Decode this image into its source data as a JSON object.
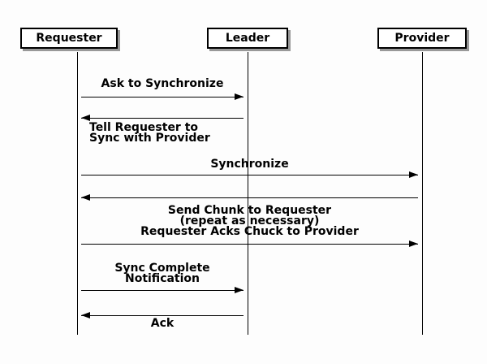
{
  "colors": {
    "background": "#fdfdfd",
    "line": "#000000",
    "box_fill": "#ffffff",
    "box_shadow": "#999999"
  },
  "participants": [
    {
      "label": "Requester"
    },
    {
      "label": "Leader"
    },
    {
      "label": "Provider"
    }
  ],
  "messages": [
    {
      "label": "Ask to Synchronize",
      "from": "Requester",
      "to": "Leader",
      "direction": "right"
    },
    {
      "label": "Tell Requester to\nSync with Provider",
      "from": "Leader",
      "to": "Requester",
      "direction": "left"
    },
    {
      "label": "Synchronize",
      "from": "Requester",
      "to": "Provider",
      "direction": "right"
    },
    {
      "label": "Send Chunk to Requester\n(repeat as necessary)\nRequester Acks Chuck to Provider",
      "from": "Provider",
      "to": "Requester",
      "direction": "left"
    },
    {
      "label": "",
      "from": "Requester",
      "to": "Provider",
      "direction": "right"
    },
    {
      "label": "Sync Complete\nNotification",
      "from": "Requester",
      "to": "Leader",
      "direction": "right"
    },
    {
      "label": "Ack",
      "from": "Leader",
      "to": "Requester",
      "direction": "left"
    }
  ]
}
